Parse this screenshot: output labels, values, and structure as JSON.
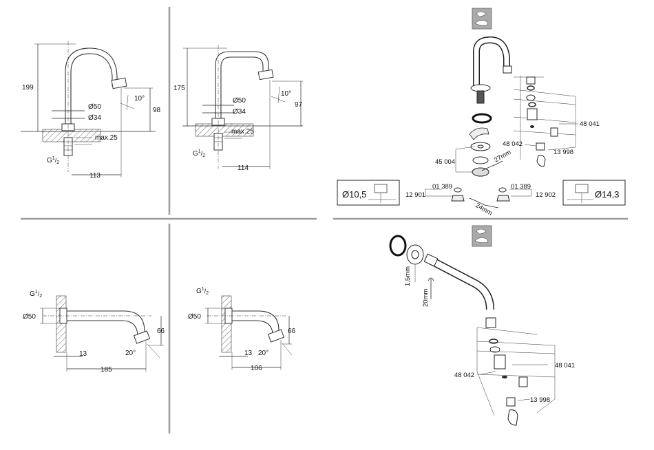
{
  "panels": {
    "top_left": {
      "height_label": "199",
      "spout_label": "98",
      "angle_label": "10°",
      "dia_outer": "Ø50",
      "dia_inner": "Ø34",
      "max_label": "max.25",
      "thread_base": "G",
      "thread_num": "1",
      "thread_den": "2",
      "projection_label": "113"
    },
    "top_middle": {
      "height_label": "175",
      "spout_label": "97",
      "angle_label": "10°",
      "dia_outer": "Ø50",
      "dia_inner": "Ø34",
      "max_label": "max.25",
      "thread_base": "G",
      "thread_num": "1",
      "thread_den": "2",
      "projection_label": "114"
    },
    "bottom_left": {
      "thread_base": "G",
      "thread_num": "1",
      "thread_den": "2",
      "dia_label": "Ø50",
      "spout_label": "66",
      "offset_label": "13",
      "angle_label": "20°",
      "projection_label": "185"
    },
    "bottom_middle": {
      "thread_base": "G",
      "thread_num": "1",
      "thread_den": "2",
      "dia_label": "Ø50",
      "spout_label": "66",
      "offset_label": "13",
      "angle_label": "20°",
      "projection_label": "106"
    },
    "top_right": {
      "part_48041": "48 041",
      "part_48042": "48 042",
      "part_13998": "13 998",
      "part_45004": "45 004",
      "wrench_27": "27mm",
      "wrench_24": "24mm",
      "part_01389_left": "01 389",
      "part_01389_right": "01 389",
      "part_12901": "12 901",
      "part_12902": "12 902",
      "box_left": "Ø10,5",
      "box_right": "Ø14,3"
    },
    "bottom_right": {
      "key_15": "1,5mm",
      "wrench_20": "20mm",
      "part_48041": "48 041",
      "part_48042": "48 042",
      "part_13998": "13 998"
    }
  }
}
